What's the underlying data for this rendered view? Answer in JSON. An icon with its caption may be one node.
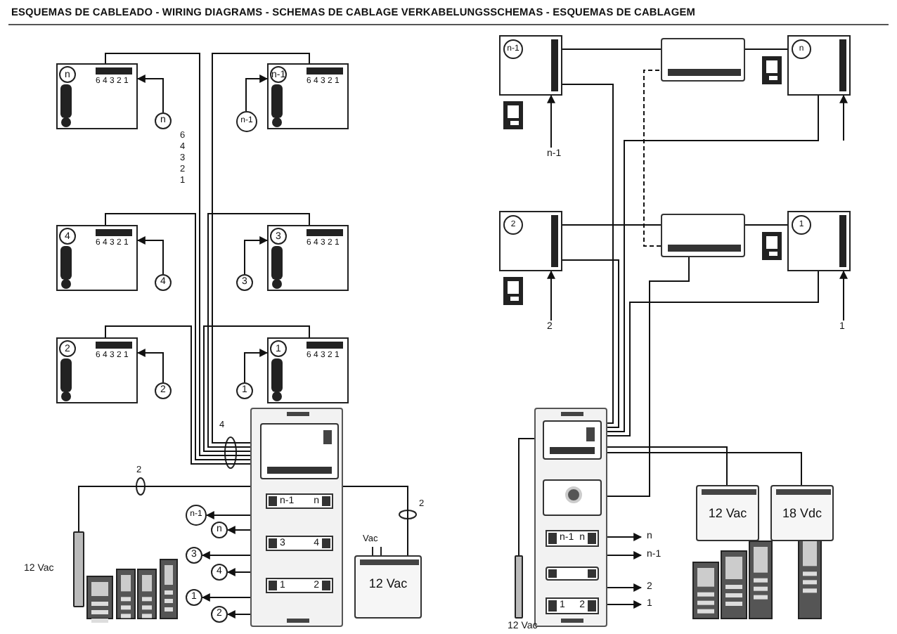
{
  "diagram": {
    "title": "ESQUEMAS DE CABLEADO  -  WIRING DIAGRAMS  -  SCHEMAS DE CABLAGE VERKABELUNGSSCHEMAS  -  ESQUEMAS DE CABLAGEM",
    "nodes": [
      {
        "text": [
          "n",
          "6 4 3 2 1"
        ]
      },
      {
        "text": [
          "n"
        ]
      },
      {
        "text": [
          "n-1"
        ]
      },
      {
        "text": [
          "n-1",
          "6 4 3 2 1"
        ]
      },
      {
        "text": [
          "4",
          "6 4 3 2 1"
        ]
      },
      {
        "text": [
          "4"
        ]
      },
      {
        "text": [
          "3"
        ]
      },
      {
        "text": [
          "3",
          "6 4 3 2 1"
        ]
      },
      {
        "text": [
          "2",
          "6 4 3 2 1"
        ]
      },
      {
        "text": [
          "2"
        ]
      },
      {
        "text": [
          "1"
        ]
      },
      {
        "text": [
          "1",
          "6 4 3 2 1"
        ]
      },
      {
        "text": [],
        "shape": "box"
      },
      {
        "text": [],
        "shape": "box",
        "in": 12
      },
      {
        "text": [
          "n-1",
          "n"
        ],
        "in": 12
      },
      {
        "text": [
          "3",
          "4"
        ],
        "in": 12
      },
      {
        "text": [
          "1",
          "2"
        ],
        "in": 12
      },
      {
        "text": [
          "n-1"
        ]
      },
      {
        "text": [
          "n"
        ]
      },
      {
        "text": [
          "3"
        ]
      },
      {
        "text": [
          "4"
        ]
      },
      {
        "text": [
          "1"
        ]
      },
      {
        "text": [
          "2"
        ]
      },
      {
        "text": [],
        "shape": "bar",
        "beside": [
          "12 Vac"
        ]
      },
      {
        "text": [
          "12 Vac"
        ]
      },
      {
        "text": [
          "n-1"
        ]
      },
      {
        "text": [],
        "shape": "box"
      },
      {
        "text": [
          "n"
        ]
      },
      {
        "text": [
          "2"
        ]
      },
      {
        "text": [],
        "shape": "box"
      },
      {
        "text": [
          "1"
        ]
      },
      {
        "text": [],
        "shape": "box"
      },
      {
        "text": [],
        "shape": "box",
        "in": 31
      },
      {
        "text": [],
        "shape": "box",
        "in": 31
      },
      {
        "text": [
          "n-1",
          "n"
        ],
        "in": 31
      },
      {
        "text": [],
        "shape": "box",
        "in": 31
      },
      {
        "text": [
          "1",
          "2"
        ],
        "in": 31
      },
      {
        "text": [],
        "shape": "bar",
        "beside": [
          "12 Vac"
        ]
      },
      {
        "text": [
          "12 Vac"
        ]
      },
      {
        "text": [
          "18 Vdc"
        ]
      }
    ],
    "edges": [
      {
        "from": 13,
        "to": 0,
        "arrow": "none"
      },
      {
        "from": 13,
        "to": 3,
        "arrow": "none"
      },
      {
        "from": 13,
        "to": 4,
        "arrow": "none"
      },
      {
        "from": 13,
        "to": 7,
        "arrow": "none"
      },
      {
        "from": 13,
        "to": 8,
        "arrow": "none"
      },
      {
        "from": 13,
        "to": 11,
        "arrow": "none"
      },
      {
        "from": 1,
        "to": 0,
        "arrow": "to"
      },
      {
        "from": 2,
        "to": 3,
        "arrow": "to"
      },
      {
        "from": 5,
        "to": 4,
        "arrow": "to"
      },
      {
        "from": 6,
        "to": 7,
        "arrow": "to"
      },
      {
        "from": 9,
        "to": 8,
        "arrow": "to"
      },
      {
        "from": 10,
        "to": 11,
        "arrow": "to"
      },
      {
        "from": 14,
        "to": 17,
        "arrow": "to"
      },
      {
        "from": 14,
        "to": 18,
        "arrow": "to"
      },
      {
        "from": 15,
        "to": 19,
        "arrow": "to"
      },
      {
        "from": 15,
        "to": 20,
        "arrow": "to"
      },
      {
        "from": 16,
        "to": 21,
        "arrow": "to"
      },
      {
        "from": 16,
        "to": 22,
        "arrow": "to"
      },
      {
        "from": 13,
        "to": 23,
        "arrow": "none"
      },
      {
        "from": 13,
        "to": 24,
        "arrow": "none"
      },
      {
        "from": 32,
        "to": 25,
        "arrow": "none"
      },
      {
        "from": 32,
        "to": 28,
        "arrow": "none"
      },
      {
        "from": 32,
        "to": 27,
        "arrow": "none"
      },
      {
        "from": 32,
        "to": 30,
        "arrow": "none"
      },
      {
        "from": 33,
        "to": 29,
        "arrow": "none"
      },
      {
        "from": 29,
        "to": 26,
        "arrow": "none",
        "style": "dashed"
      },
      {
        "from": 26,
        "to": 25,
        "arrow": "none"
      },
      {
        "from": 26,
        "to": 27,
        "arrow": "none"
      },
      {
        "from": 29,
        "to": 28,
        "arrow": "none"
      },
      {
        "from": 29,
        "to": 30,
        "arrow": "none"
      },
      {
        "from": 32,
        "to": 38,
        "arrow": "none"
      },
      {
        "from": 32,
        "to": 39,
        "arrow": "none"
      },
      {
        "from": 32,
        "to": 37,
        "arrow": "none"
      },
      {
        "from": 34,
        "to": null,
        "arrow": "to",
        "label": "n"
      },
      {
        "from": 34,
        "to": null,
        "arrow": "to",
        "label": "n-1"
      },
      {
        "from": 36,
        "to": null,
        "arrow": "to",
        "label": "2"
      },
      {
        "from": 36,
        "to": null,
        "arrow": "to",
        "label": "1"
      },
      {
        "from": null,
        "to": 25,
        "arrow": "to",
        "label": "n-1"
      },
      {
        "from": null,
        "to": 27,
        "arrow": "to"
      },
      {
        "from": null,
        "to": 28,
        "arrow": "to",
        "label": "2"
      },
      {
        "from": null,
        "to": 30,
        "arrow": "to",
        "label": "1"
      }
    ],
    "labels": [
      "6",
      "4",
      "3",
      "2",
      "1",
      "4",
      "2",
      "2",
      "Vac"
    ]
  }
}
